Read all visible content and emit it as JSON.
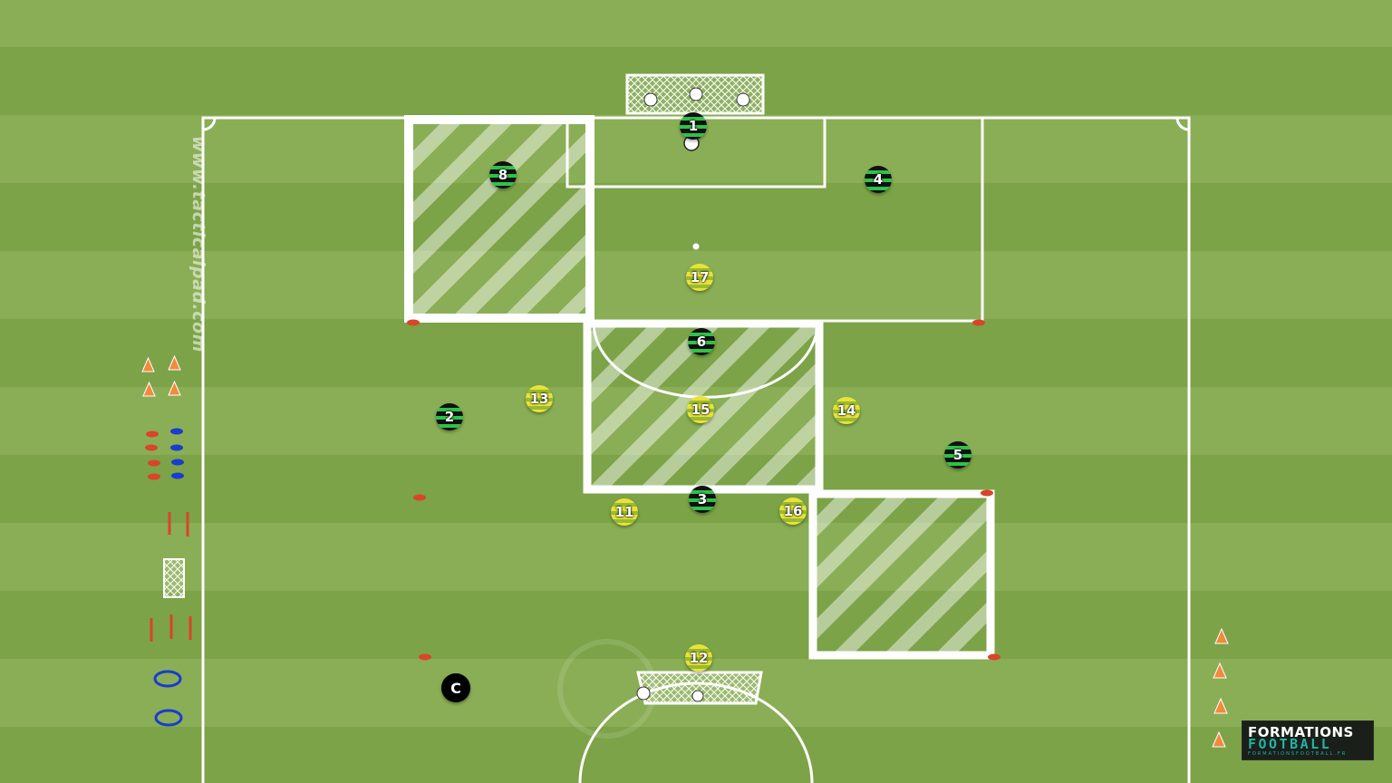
{
  "watermark": "www.tacticalpad.com",
  "brand": {
    "line1": "FORMATIONS",
    "line2": "FOOTBALL",
    "line3": "FORMATIONSFOOTBALL.FR"
  },
  "colors": {
    "grass_light": "#8aae55",
    "grass_dark": "#7ca348",
    "lines": "#ffffff",
    "team_a": "#2fc24a",
    "team_b": "#e8e23a",
    "cone_orange": "#f08a3c",
    "marker_red": "#d9442b",
    "ring_blue": "#1a3ccf"
  },
  "players": {
    "team_a": [
      "1",
      "8",
      "4",
      "6",
      "2",
      "5",
      "3"
    ],
    "team_b": [
      "17",
      "13",
      "15",
      "14",
      "11",
      "16",
      "12"
    ],
    "coach": "C"
  }
}
